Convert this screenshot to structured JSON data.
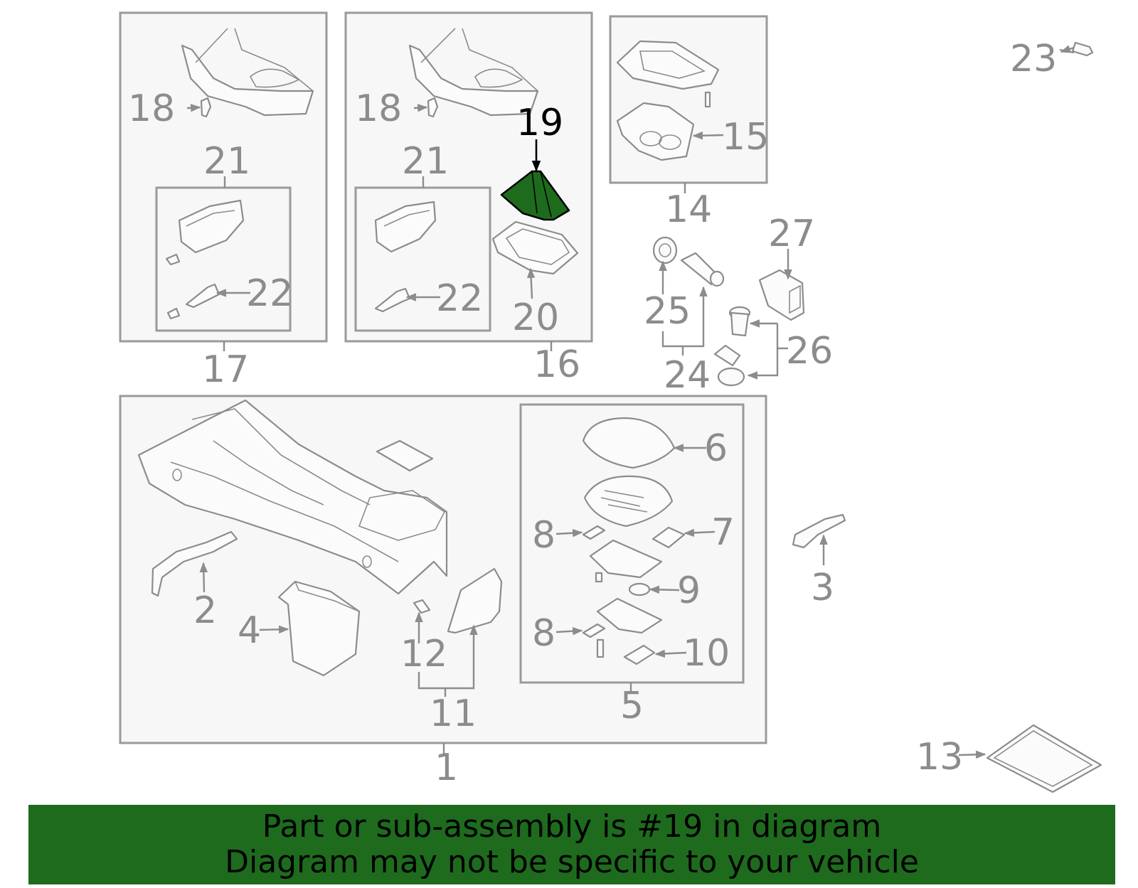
{
  "highlight_color": "#1e6b1e",
  "highlighted_part": "19",
  "callouts": {
    "c1": "1",
    "c2": "2",
    "c3": "3",
    "c4": "4",
    "c5": "5",
    "c6": "6",
    "c7": "7",
    "c8a": "8",
    "c8b": "8",
    "c9": "9",
    "c10": "10",
    "c11": "11",
    "c12": "12",
    "c13": "13",
    "c14": "14",
    "c15": "15",
    "c16": "16",
    "c17": "17",
    "c18a": "18",
    "c18b": "18",
    "c19": "19",
    "c20": "20",
    "c21a": "21",
    "c21b": "21",
    "c22a": "22",
    "c22b": "22",
    "c23": "23",
    "c24": "24",
    "c25": "25",
    "c26": "26",
    "c27": "27"
  },
  "banner": {
    "line1": "Part or sub-assembly is #19 in diagram",
    "line2": "Diagram may not be specific to your vehicle"
  }
}
